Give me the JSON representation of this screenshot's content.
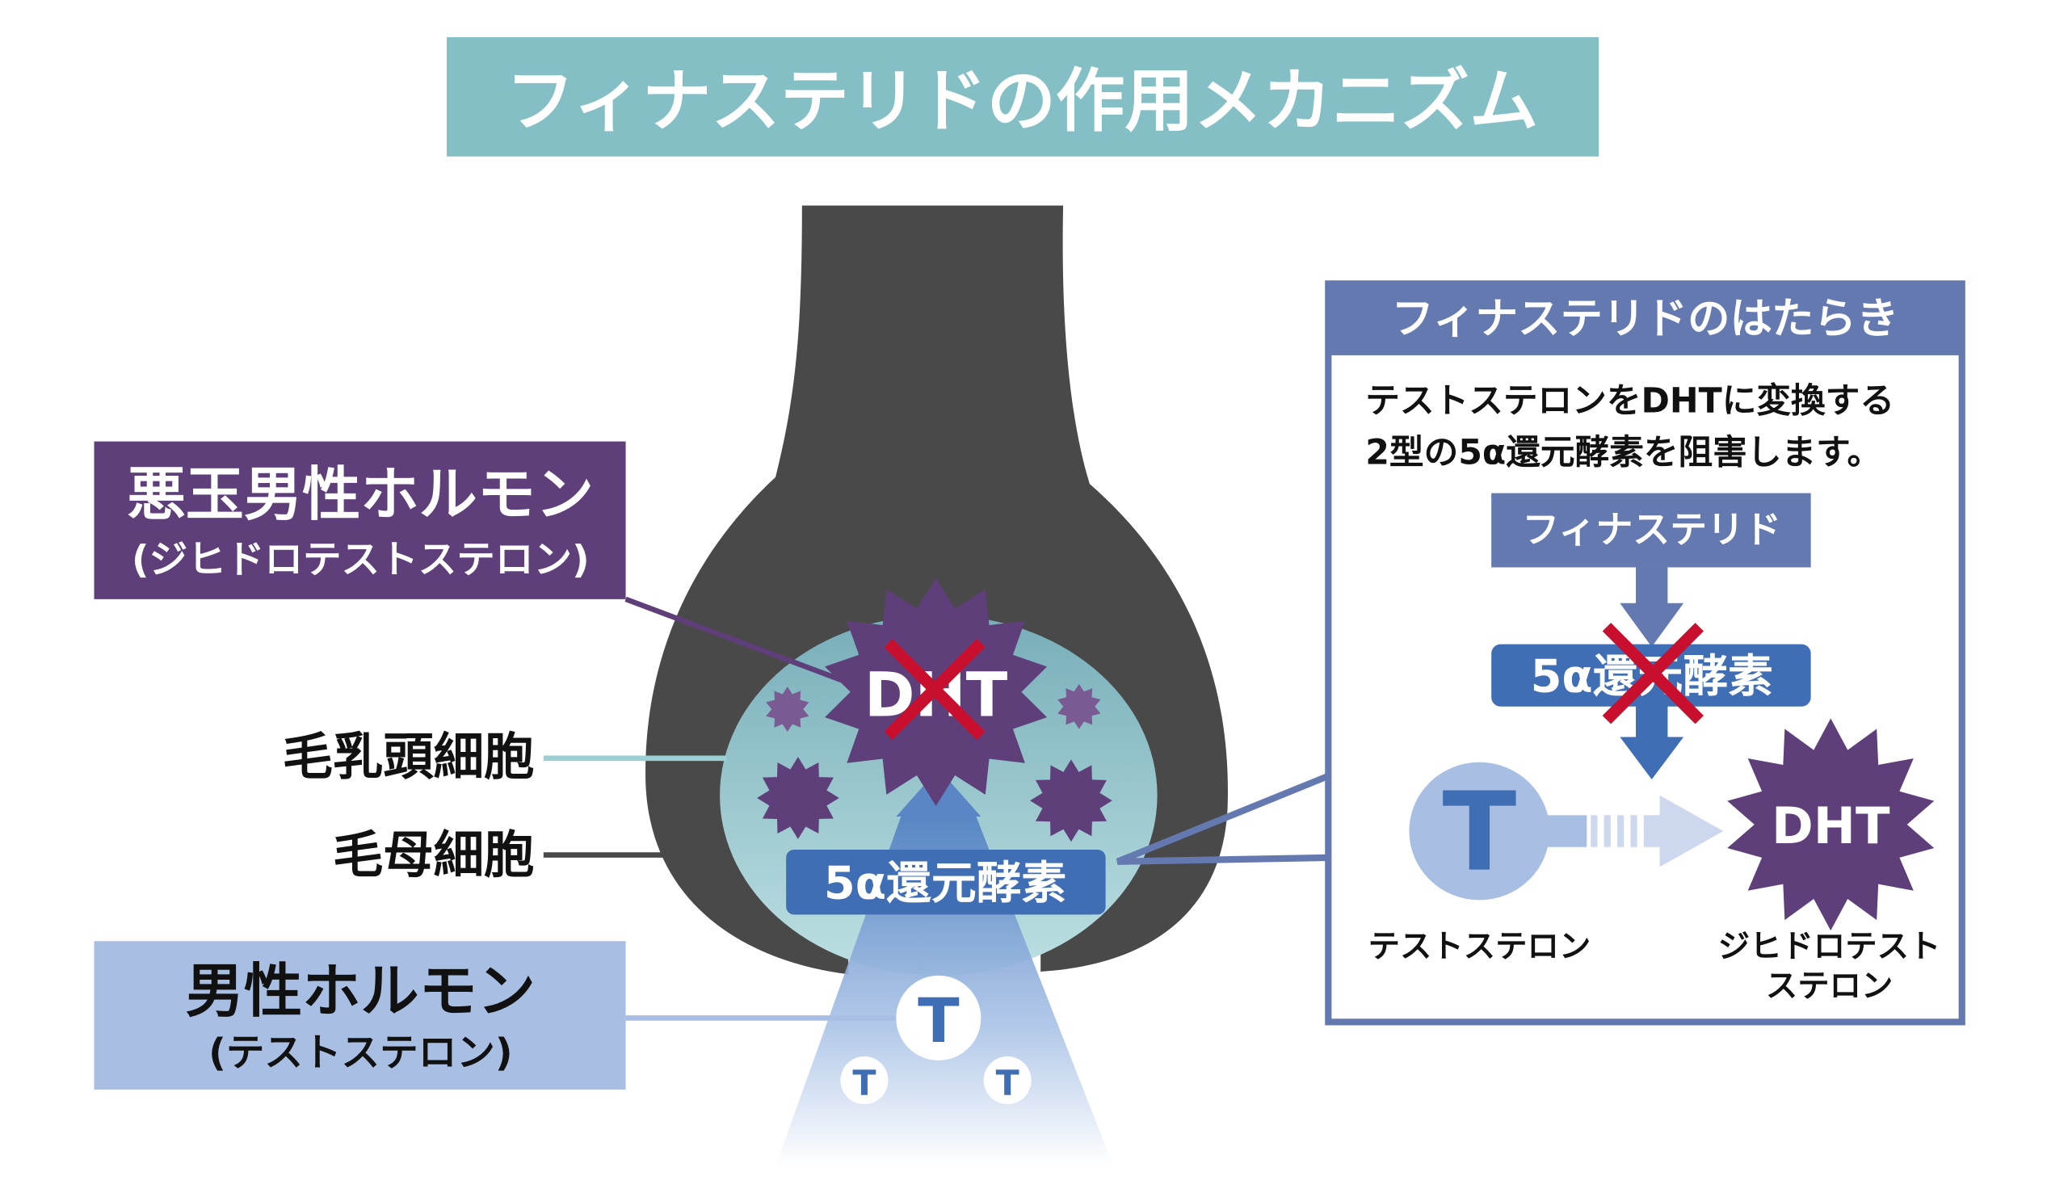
{
  "title": "フィナステリドの作用メカニズム",
  "colors": {
    "title_bg": "#84bfc5",
    "hair": "#4a4949",
    "purple": "#5e3f7a",
    "light_purple": "#7a5a92",
    "enzyme_blue": "#3f6eb5",
    "panel_blue": "#6479b0",
    "light_blue": "#a8bfe3",
    "red_x": "#c8102e"
  },
  "left_labels": {
    "bad_hormone": "悪玉男性ホルモン",
    "bad_hormone_sub": "(ジヒドロテストステロン)",
    "papilla": "毛乳頭細胞",
    "matrix": "毛母細胞",
    "male_hormone": "男性ホルモン",
    "male_hormone_sub": "(テストステロン)"
  },
  "follicle": {
    "dht": "DHT",
    "enzyme": "5α還元酵素",
    "t": "T"
  },
  "panel": {
    "header": "フィナステリドのはたらき",
    "desc_line1": "テストステロンをDHTに変換する",
    "desc_line2": "2型の5α還元酵素を阻害します。",
    "finasteride": "フィナステリド",
    "enzyme": "5α還元酵素",
    "t": "T",
    "dht": "DHT",
    "testosterone_label": "テストステロン",
    "dht_label_line1": "ジヒドロテスト",
    "dht_label_line2": "ステロン"
  }
}
